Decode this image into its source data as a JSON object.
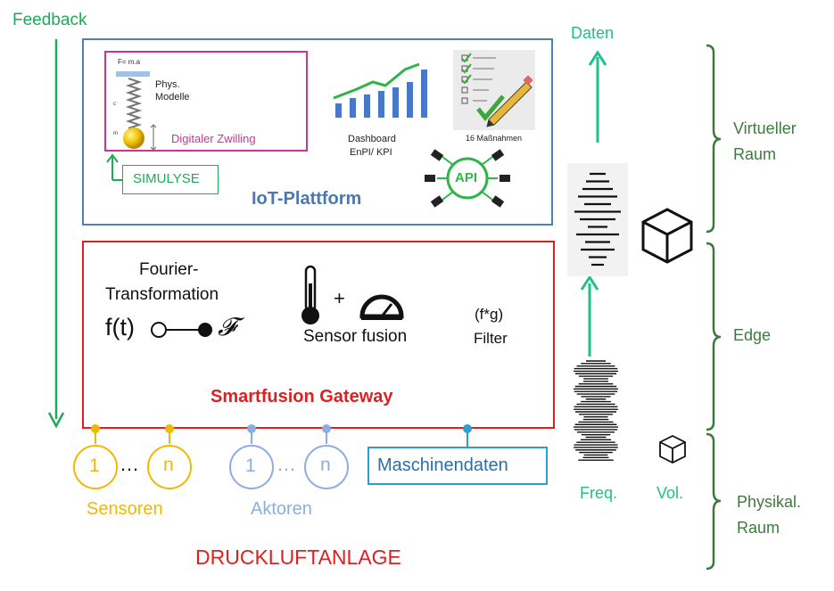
{
  "colors": {
    "feedback_green": "#1faa59",
    "teal": "#20c08a",
    "iot_blue": "#4a78b4",
    "iot_border": "#4f7fb8",
    "twin_magenta": "#cc3399",
    "gateway_red": "#e02020",
    "sensor_yellow": "#f2b800",
    "actor_blue": "#8aaee0",
    "machine_blue": "#2a9fd0",
    "bracket_green": "#3d7a3d",
    "api_green": "#2fb34a",
    "dark": "#1a1a1a"
  },
  "feedback": {
    "label": "Feedback"
  },
  "data_out": {
    "label": "Daten"
  },
  "iot": {
    "title": "IoT-Plattform",
    "twin": {
      "formula": "F= m.a",
      "label_c": "c",
      "label_m": "m",
      "models_label": "Phys.\nModelle",
      "title": "Digitaler Zwilling"
    },
    "simulyse": "SIMULYSE",
    "dashboard": {
      "label_1": "Dashboard",
      "label_2": "EnPI/ KPI"
    },
    "checklist": {
      "label": "16 Maßnahmen"
    },
    "api": {
      "label": "API"
    }
  },
  "gateway": {
    "title": "Smartfusion Gateway",
    "fourier": {
      "line_1": "Fourier-",
      "line_2": "Transformation",
      "ft": "f(t)",
      "F": "𝓕"
    },
    "fusion": {
      "plus": "+",
      "label": "Sensor fusion"
    },
    "filter": {
      "line_1": "(f*g)",
      "line_2": "Filter"
    }
  },
  "sensors": {
    "first": "1",
    "dots": "…",
    "last": "n",
    "label": "Sensoren"
  },
  "actors": {
    "first": "1",
    "dots": "…",
    "last": "n",
    "label": "Aktoren"
  },
  "machine": {
    "label": "Maschinendaten"
  },
  "plant": {
    "label": "DRUCKLUFTANLAGE"
  },
  "signal": {
    "freq": "Freq.",
    "vol": "Vol."
  },
  "brackets": {
    "virtual": {
      "line_1": "Virtueller",
      "line_2": "Raum"
    },
    "edge": {
      "label": "Edge"
    },
    "physical": {
      "line_1": "Physikal.",
      "line_2": "Raum"
    }
  }
}
